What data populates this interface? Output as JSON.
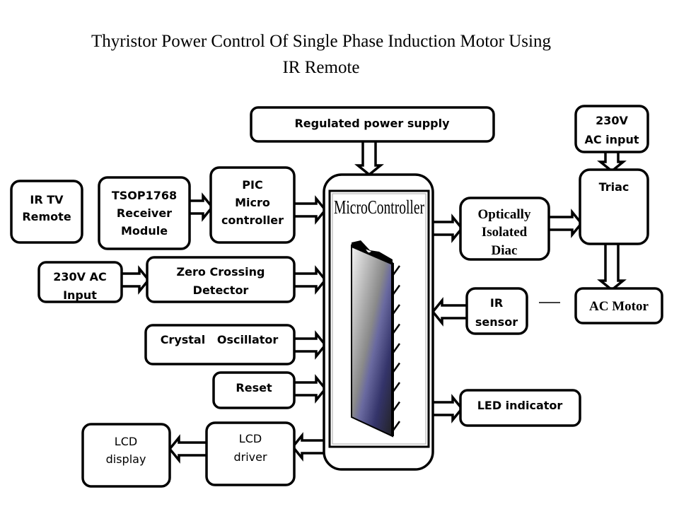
{
  "title": {
    "line1": "Thyristor  Power  Control  Of  Single  Phase  Induction  Motor  Using",
    "line2": "IR Remote"
  },
  "blocks": {
    "regulated_power_supply": "Regulated power supply",
    "ir_tv_remote": [
      "IR TV",
      "Remote"
    ],
    "tsop_receiver": [
      "TSOP1768",
      "Receiver",
      "Module"
    ],
    "pic_microcontroller": [
      "PIC",
      "Micro",
      "controller"
    ],
    "ac_input_left": [
      "230V AC",
      "Input"
    ],
    "zero_crossing_detector": [
      "Zero Crossing",
      "Detector"
    ],
    "crystal_oscillator": "Crystal   Oscillator",
    "reset": "Reset",
    "lcd_display": [
      "LCD",
      "display"
    ],
    "lcd_driver": [
      "LCD",
      "driver"
    ],
    "microcontroller": "MicroController",
    "optically_isolated_diac": [
      "Optically",
      "Isolated",
      "Diac"
    ],
    "ac_input_right": [
      "230V",
      "AC input"
    ],
    "triac": "Triac",
    "ir_sensor": [
      "IR",
      "sensor"
    ],
    "ac_motor": "AC Motor",
    "led_indicator": "LED indicator"
  }
}
